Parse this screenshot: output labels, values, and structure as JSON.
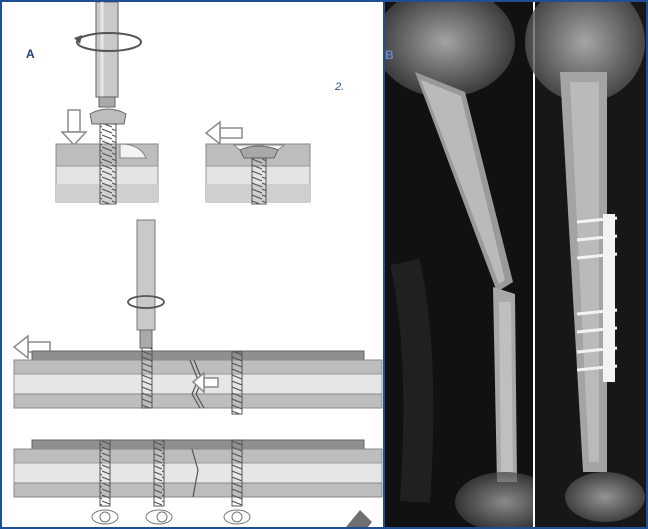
{
  "panels": {
    "a": {
      "label": "A",
      "step_label": "2."
    },
    "b": {
      "label": "B"
    }
  },
  "colors": {
    "frame": "#1f4e95",
    "bone_light": "#e6e6e6",
    "bone_mid": "#bdbdbd",
    "plate": "#8f8f8f",
    "arrow_outline": "#8a8a8a",
    "xray_background": "#0a0a0a"
  }
}
